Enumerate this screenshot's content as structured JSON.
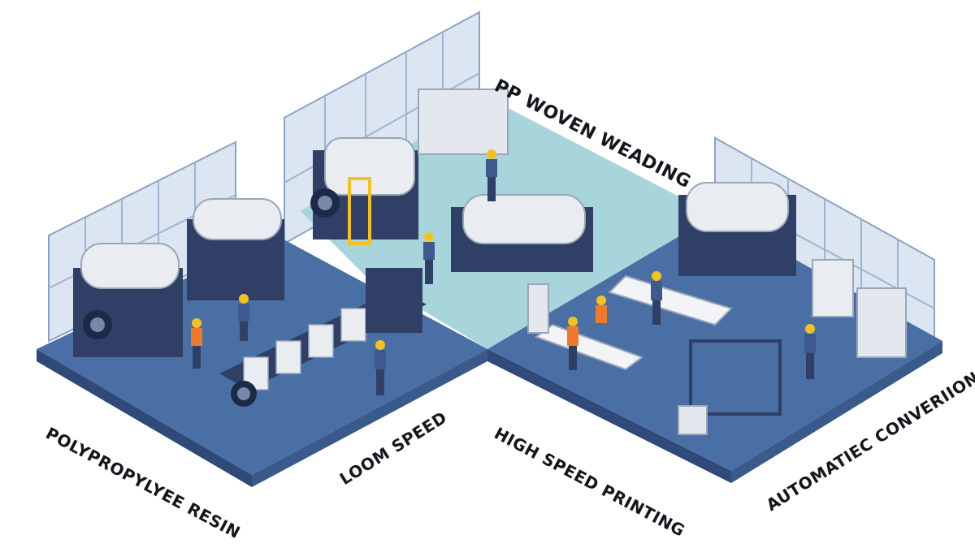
{
  "labels": {
    "top": "PP WOVEN WEADING",
    "resin": "POLYPROPYLYEE RESIN",
    "loom": "LOOM SPEED",
    "printing": "HIGH SPEED PRINTING",
    "conversion": "AUTOMATIEC CONVERIION"
  },
  "colors": {
    "floor_blue": "#4a6fa5",
    "floor_dark": "#2f4a78",
    "floor_light": "#a8d4dc",
    "machine_navy": "#2f3f66",
    "roll_white": "#e9edf2",
    "vest_orange": "#f07a2a",
    "hardhat_yellow": "#f4c21e",
    "glass_wall": "#dbe6f2"
  }
}
